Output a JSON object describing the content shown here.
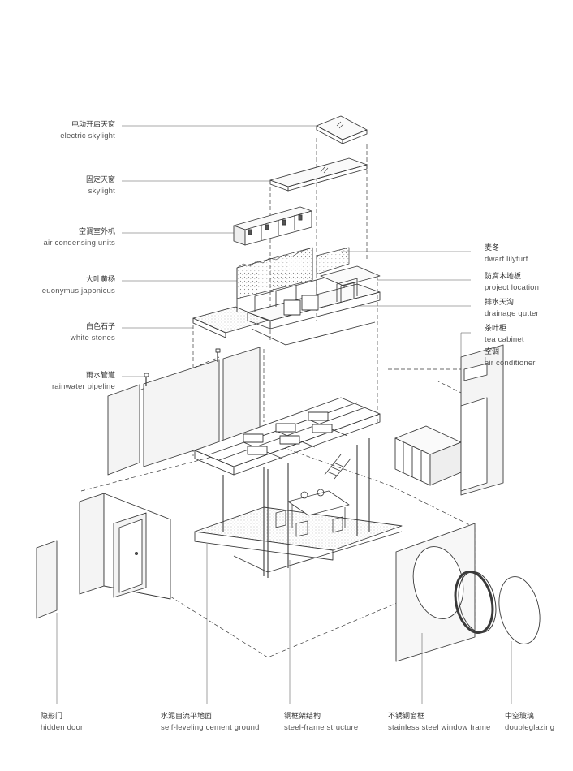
{
  "labels_left": [
    {
      "cn": "电动开启天窗",
      "en": "electric skylight"
    },
    {
      "cn": "固定天窗",
      "en": "skylight"
    },
    {
      "cn": "空调室外机",
      "en": "air condensing units"
    },
    {
      "cn": "大叶黄杨",
      "en": "euonymus japonicus"
    },
    {
      "cn": "白色石子",
      "en": "white stones"
    },
    {
      "cn": "雨水管道",
      "en": "rainwater pipeline"
    }
  ],
  "labels_right": [
    {
      "cn": "麦冬",
      "en": "dwarf lilyturf"
    },
    {
      "cn": "防腐木地板",
      "en": "project location"
    },
    {
      "cn": "排水天沟",
      "en": "drainage gutter"
    },
    {
      "cn": "茶叶柜",
      "en": "tea cabinet"
    },
    {
      "cn": "空调",
      "en": "air conditioner"
    }
  ],
  "labels_bottom": [
    {
      "cn": "隐形门",
      "en": "hidden door"
    },
    {
      "cn": "水泥自流平地面",
      "en": "self-leveling cement ground"
    },
    {
      "cn": "钢框架结构",
      "en": "steel-frame structure"
    },
    {
      "cn": "不锈钢窗框",
      "en": "stainless steel window frame"
    },
    {
      "cn": "中空玻璃",
      "en": "doubleglazing"
    }
  ],
  "colors": {
    "line": "#3a3a3a",
    "leader": "#555555",
    "fill_panel": "#f4f4f4"
  }
}
